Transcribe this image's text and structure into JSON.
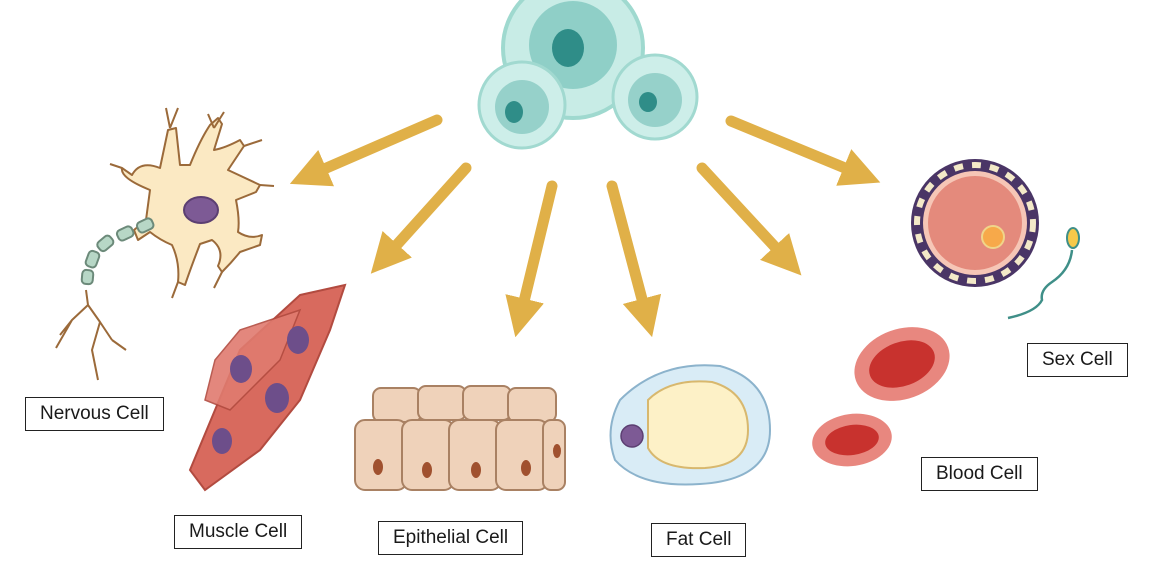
{
  "labels": {
    "nervous": "Nervous Cell",
    "muscle": "Muscle Cell",
    "epithelial": "Epithelial Cell",
    "fat": "Fat Cell",
    "blood": "Blood Cell",
    "sex": "Sex Cell"
  },
  "colors": {
    "arrow": "#e0b048",
    "stem_cell": "#a6ddd6",
    "stem_nucleus": "#3f9f9a",
    "neuron": "#fbe9c3",
    "neuron_nucleus": "#7d5a95",
    "muscle": "#d86a5e",
    "muscle_nucleus": "#6d4e8a",
    "epithelial": "#efd2ba",
    "fat_outer": "#d9ecf6",
    "fat_lipid": "#fdf1c7",
    "blood": "#c8322e",
    "egg": "#e48a7c",
    "egg_border": "#4a3566"
  }
}
